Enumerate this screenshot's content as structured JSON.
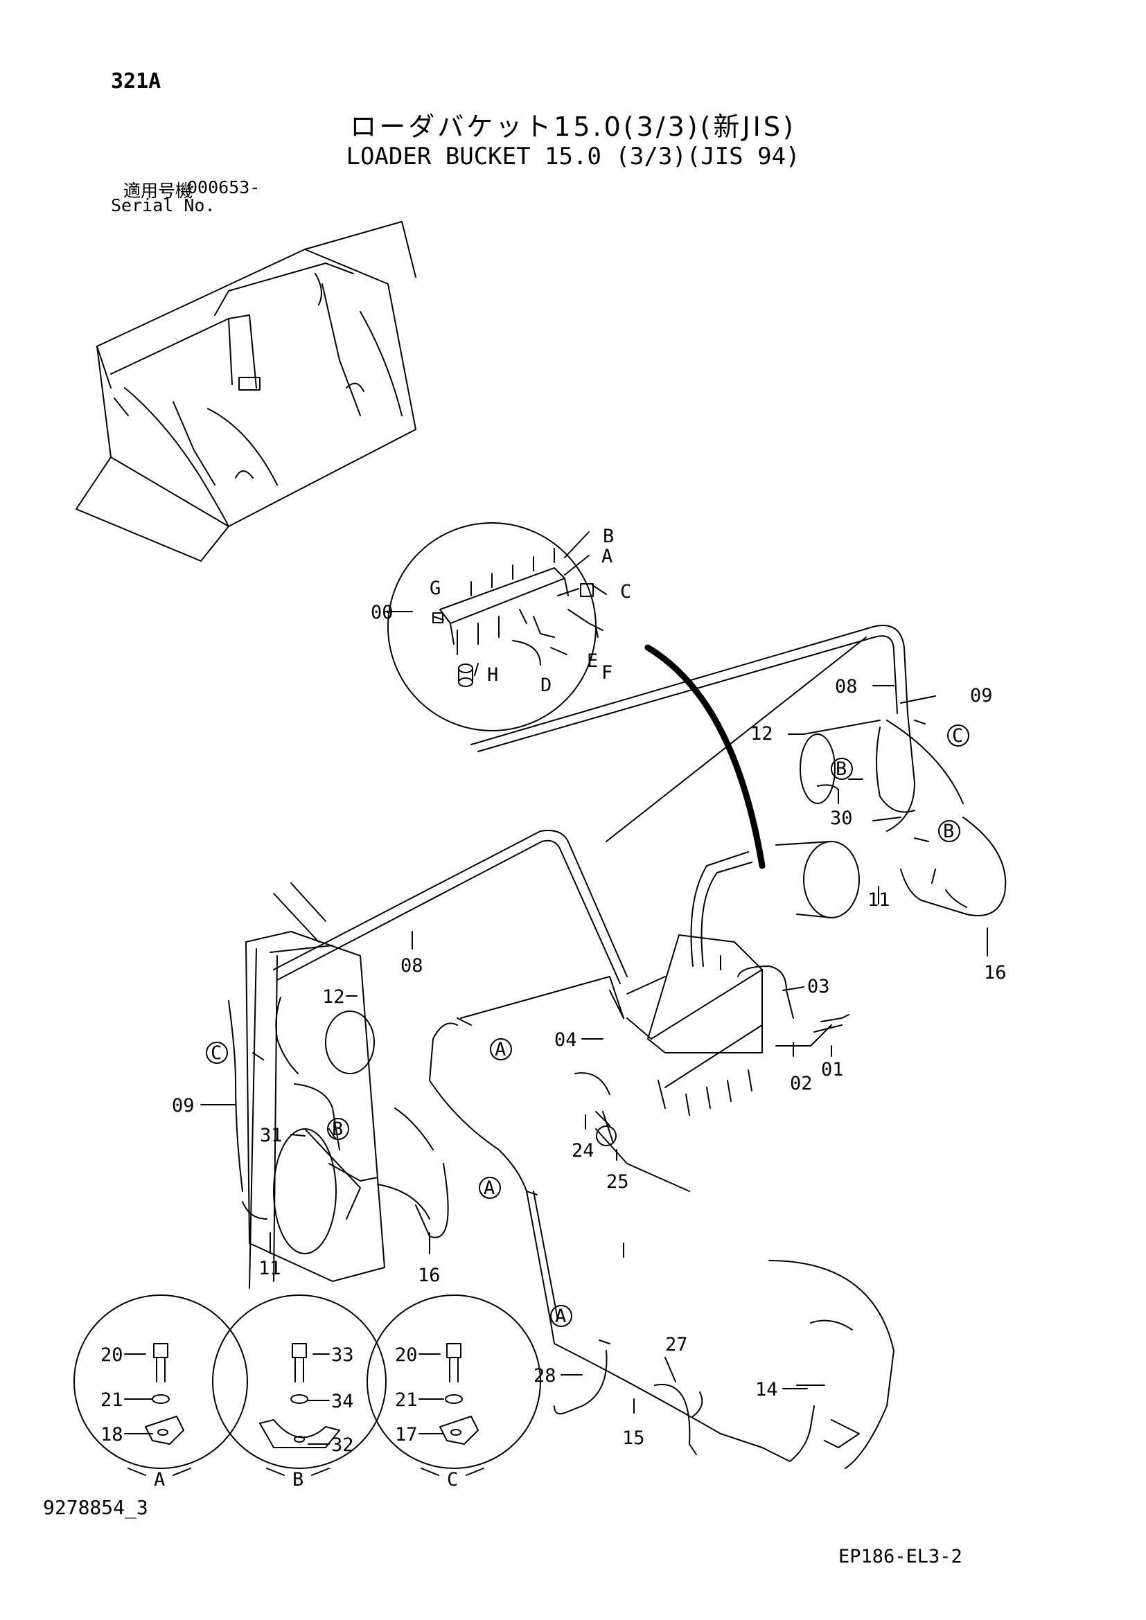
{
  "header": {
    "page_code": "321A",
    "title_jp": "ローダバケット15.0(3/3)(新JIS)",
    "title_en": "LOADER BUCKET 15.0 (3/3)(JIS 94)",
    "serial_label_jp": "適用号機",
    "serial_label_en": "Serial No.",
    "serial_value": "000653-"
  },
  "footer": {
    "drawing_id": "9278854_3",
    "sheet_code": "EP186-EL3-2"
  },
  "detail_letters": {
    "a": "A",
    "b": "B",
    "c": "C",
    "d": "D",
    "e": "E",
    "f": "F",
    "g": "G",
    "h": "H"
  },
  "part_labels": {
    "p00": "00",
    "p01": "01",
    "p02": "02",
    "p03": "03",
    "p04": "04",
    "p08": "08",
    "p09": "09",
    "p11": "11",
    "p12": "12",
    "p14": "14",
    "p15": "15",
    "p16": "16",
    "p17": "17",
    "p18": "18",
    "p20": "20",
    "p21": "21",
    "p24": "24",
    "p25": "25",
    "p27": "27",
    "p28": "28",
    "p30": "30",
    "p31": "31",
    "p32": "32",
    "p33": "33",
    "p34": "34"
  },
  "clamp_details": [
    {
      "letter": "A",
      "bolt": "20",
      "washer": "21",
      "clamp": "18"
    },
    {
      "letter": "B",
      "bolt": "33",
      "washer": "34",
      "clamp": "32"
    },
    {
      "letter": "C",
      "bolt": "20",
      "washer": "21",
      "clamp": "17"
    }
  ]
}
